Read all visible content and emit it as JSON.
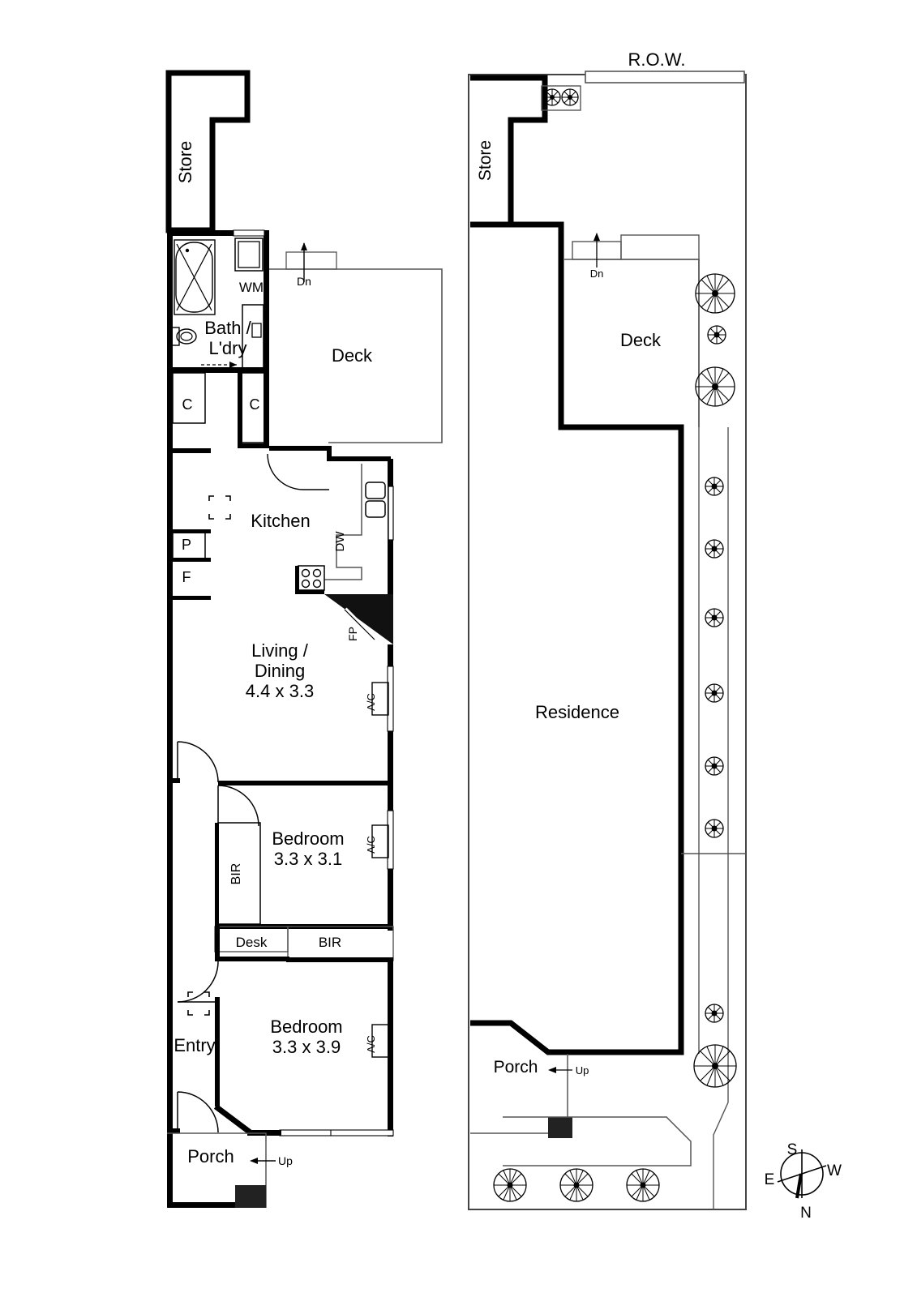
{
  "document": {
    "type": "architectural-floor-plan",
    "sheet_title": "",
    "plans": [
      "floor-plan",
      "site-plan"
    ]
  },
  "floor_plan": {
    "rooms": [
      {
        "id": "store",
        "label": "Store",
        "dimension": "",
        "orientation": "vertical"
      },
      {
        "id": "bath-ldry",
        "label": "Bath / L'dry",
        "dimension": "",
        "orientation": "horizontal"
      },
      {
        "id": "deck",
        "label": "Deck",
        "dimension": "",
        "orientation": "horizontal"
      },
      {
        "id": "kitchen",
        "label": "Kitchen",
        "dimension": "",
        "orientation": "horizontal"
      },
      {
        "id": "living-dining",
        "label": "Living / Dining",
        "dimension": "4.4 x 3.3",
        "orientation": "horizontal"
      },
      {
        "id": "bedroom-1",
        "label": "Bedroom",
        "dimension": "3.3 x 3.1",
        "orientation": "horizontal"
      },
      {
        "id": "bedroom-2",
        "label": "Bedroom",
        "dimension": "3.3 x 3.9",
        "orientation": "horizontal"
      },
      {
        "id": "entry",
        "label": "Entry",
        "dimension": "",
        "orientation": "horizontal"
      },
      {
        "id": "porch",
        "label": "Porch",
        "dimension": "",
        "orientation": "horizontal"
      }
    ],
    "living_label_line1": "Living /",
    "living_label_line2": "Dining",
    "living_label_line3": "4.4 x 3.3",
    "bath_label_line1": "Bath /",
    "bath_label_line2": "L'dry",
    "bedroom1_label_line1": "Bedroom",
    "bedroom1_label_line2": "3.3 x 3.1",
    "bedroom2_label_line1": "Bedroom",
    "bedroom2_label_line2": "3.3 x 3.9",
    "annotations": {
      "wm": "WM",
      "dw": "DW",
      "fp": "FP",
      "desk": "Desk",
      "bir_vertical": "BIR",
      "bir_horizontal": "BIR",
      "pantry": "P",
      "fridge": "F",
      "cupboard_1": "C",
      "cupboard_2": "C",
      "ac_1": "A/C",
      "ac_2": "A/C",
      "ac_3": "A/C",
      "stairs_down": "Dn",
      "stairs_up": "Up"
    }
  },
  "site_plan": {
    "rooms": [
      {
        "id": "site-store",
        "label": "Store",
        "orientation": "vertical"
      },
      {
        "id": "site-deck",
        "label": "Deck",
        "orientation": "horizontal"
      },
      {
        "id": "site-residence",
        "label": "Residence",
        "orientation": "horizontal"
      },
      {
        "id": "site-porch",
        "label": "Porch",
        "orientation": "horizontal"
      }
    ],
    "annotations": {
      "row": "R.O.W.",
      "stairs_down": "Dn",
      "stairs_up": "Up"
    },
    "tree_count": 17
  },
  "compass": {
    "north": "N",
    "south": "S",
    "east": "E",
    "west": "W",
    "note": "rotated: S top, W right, N bottom, E left"
  },
  "colors": {
    "wall": "#000000",
    "thin_line": "#333333",
    "background": "#ffffff",
    "fill_solid": "#111111"
  }
}
